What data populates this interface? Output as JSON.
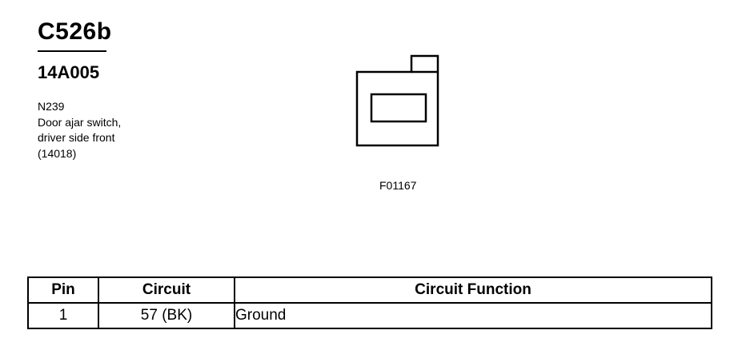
{
  "header": {
    "connector_id": "C526b",
    "part_number": "14A005"
  },
  "description": {
    "code": "N239",
    "lines": [
      "Door ajar switch,",
      "driver side front",
      "(14018)"
    ]
  },
  "figure": {
    "code": "F01167"
  },
  "pin_table": {
    "headers": [
      "Pin",
      "Circuit",
      "Circuit Function"
    ],
    "rows": [
      [
        "1",
        "57 (BK)",
        "Ground"
      ]
    ]
  }
}
